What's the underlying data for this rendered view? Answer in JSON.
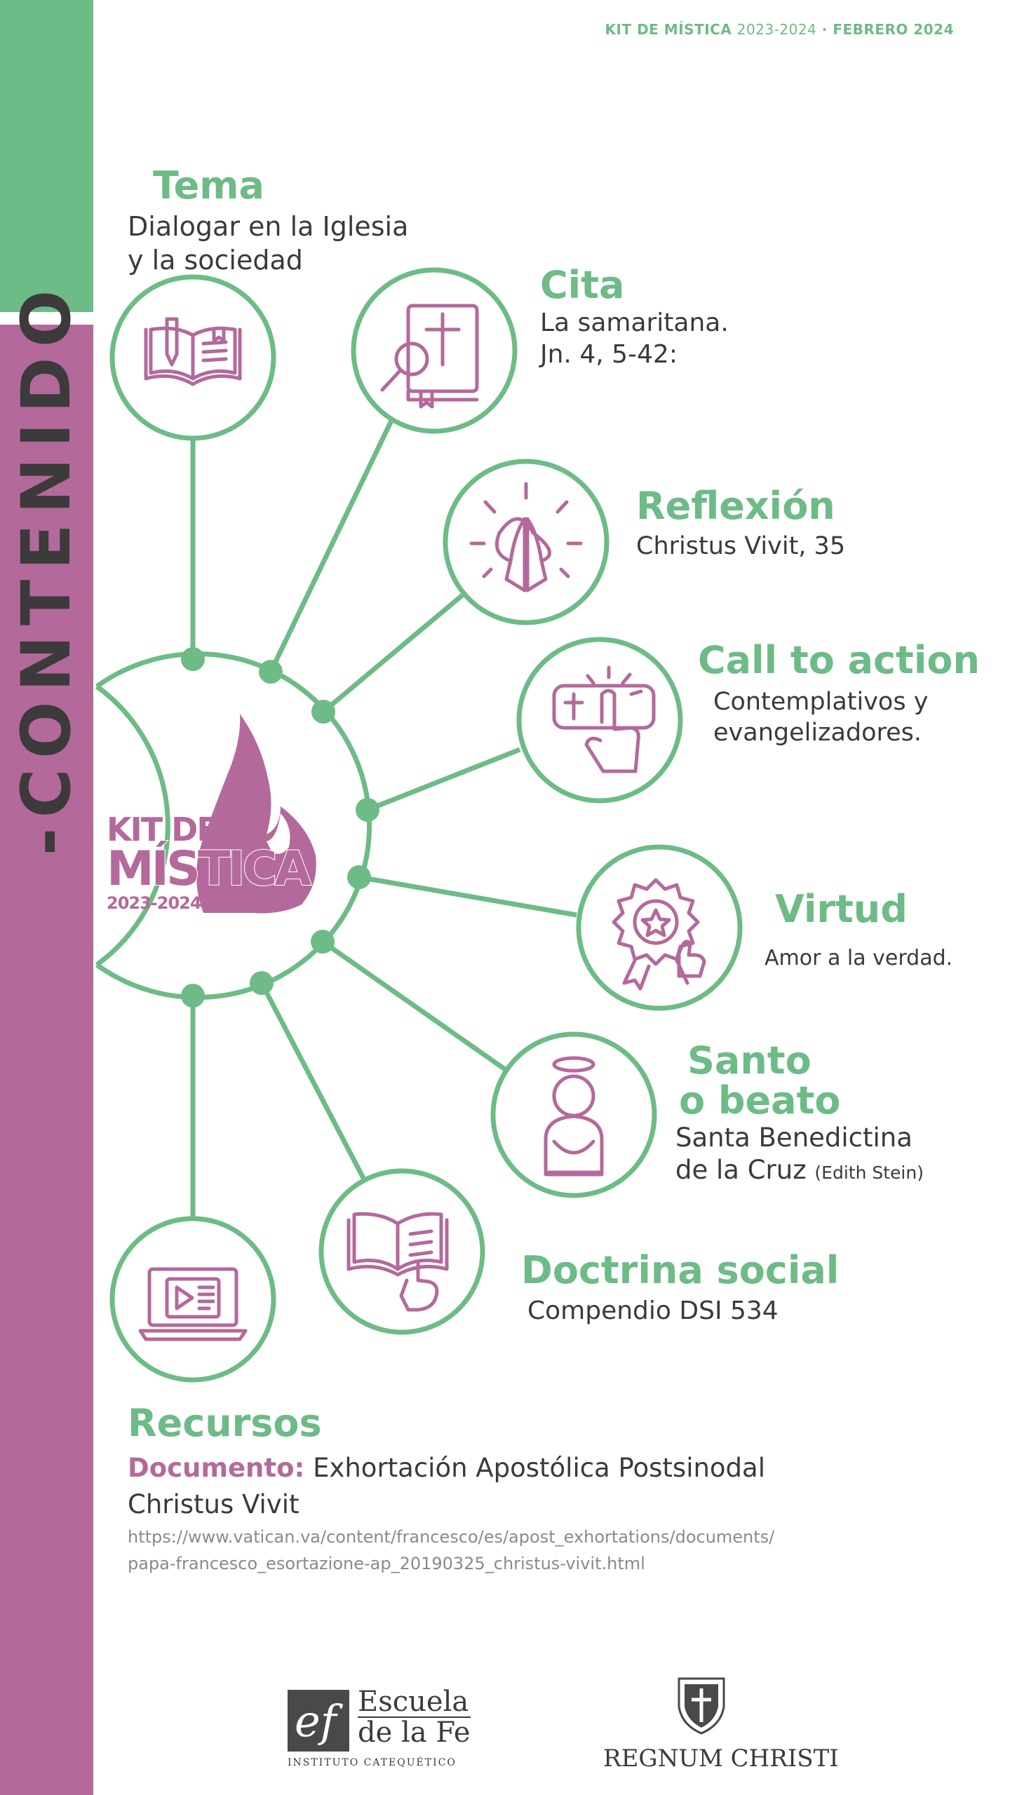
{
  "header": {
    "kit_label": "KIT DE MÍSTICA",
    "years": "2023-2024",
    "separator": "·",
    "month": "FEBRERO 2024"
  },
  "sidebar": {
    "title": "-CONTENIDO"
  },
  "center_logo": {
    "line1": "KIT DE",
    "line2": "MÍSTICA",
    "line3": "2023-2024"
  },
  "colors": {
    "green": "#6dbb86",
    "purple": "#b4699b",
    "dark": "#3c3a3b"
  },
  "items": [
    {
      "title": "Tema",
      "text": [
        "Dialogar en la Iglesia",
        "y la sociedad"
      ],
      "icon": "open-book-pen-icon"
    },
    {
      "title": "Cita",
      "text": [
        "La samaritana.",
        "Jn. 4, 5-42:"
      ],
      "icon": "bible-magnifier-icon"
    },
    {
      "title": "Reflexión",
      "text": [
        "Christus Vivit, 35"
      ],
      "icon": "praying-hands-icon"
    },
    {
      "title": "Call to action",
      "text": [
        "Contemplativos y",
        "evangelizadores."
      ],
      "icon": "click-button-icon"
    },
    {
      "title": "Virtud",
      "text": [
        "Amor a la verdad."
      ],
      "icon": "award-badge-icon"
    },
    {
      "title_lines": [
        "Santo",
        "o beato"
      ],
      "text": [
        "Santa Benedictina",
        "de la Cruz"
      ],
      "text_note": "(Edith Stein)",
      "icon": "saint-halo-icon"
    },
    {
      "title": "Doctrina social",
      "text": [
        "Compendio DSI 534"
      ],
      "icon": "book-hand-icon"
    },
    {
      "icon": "laptop-video-icon"
    }
  ],
  "recursos": {
    "title": "Recursos",
    "doc_label": "Documento:",
    "doc_line1": "Exhortación Apostólica Postsinodal",
    "doc_line2": "Christus Vivit",
    "url_line1": "https://www.vatican.va/content/francesco/es/apost_exhortations/documents/",
    "url_line2": "papa-francesco_esortazione-ap_20190325_christus-vivit.html"
  },
  "footer": {
    "ef_mark": "ef",
    "ef_line1": "Escuela",
    "ef_line2": "de la Fe",
    "ef_sub": "INSTITUTO CATEQUÉTICO",
    "rc_name": "REGNUM CHRISTI"
  }
}
